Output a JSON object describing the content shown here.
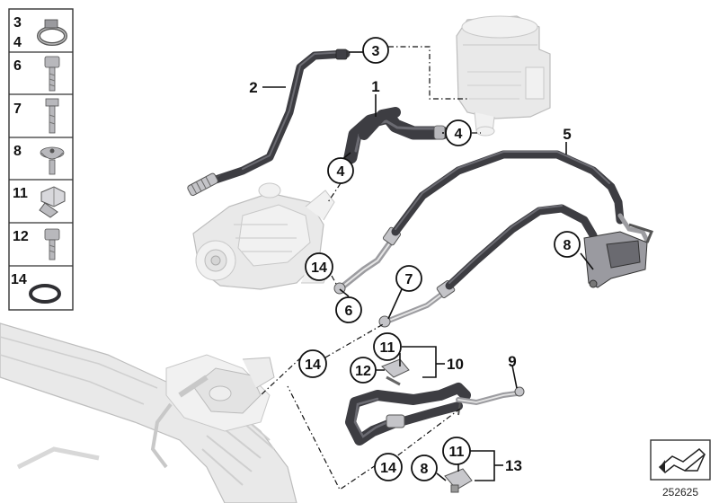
{
  "sidebar": {
    "rows": [
      {
        "labels": [
          "3",
          "4"
        ],
        "part": "hose-clamp"
      },
      {
        "labels": [
          "6"
        ],
        "part": "hex-socket-bolt"
      },
      {
        "labels": [
          "7"
        ],
        "part": "hex-bolt"
      },
      {
        "labels": [
          "8"
        ],
        "part": "torx-screw"
      },
      {
        "labels": [
          "11"
        ],
        "part": "clip-bracket"
      },
      {
        "labels": [
          "12"
        ],
        "part": "socket-screw"
      },
      {
        "labels": [
          "14"
        ],
        "part": "o-ring"
      }
    ]
  },
  "callouts": {
    "c3": "3",
    "c4a": "4",
    "c4b": "4",
    "c14a": "14",
    "c6": "6",
    "c7": "7",
    "c8a": "8",
    "c11a": "11",
    "c12": "12",
    "c14b": "14",
    "c11b": "11",
    "c8b": "8",
    "c14c": "14"
  },
  "labels": {
    "l1": "1",
    "l2": "2",
    "l5": "5",
    "l9": "9",
    "l10": "10",
    "l13": "13"
  },
  "doc_id": "252625",
  "colors": {
    "hose": "#3d3d42",
    "ghost": "#e9e9e9",
    "line": "#111111"
  }
}
